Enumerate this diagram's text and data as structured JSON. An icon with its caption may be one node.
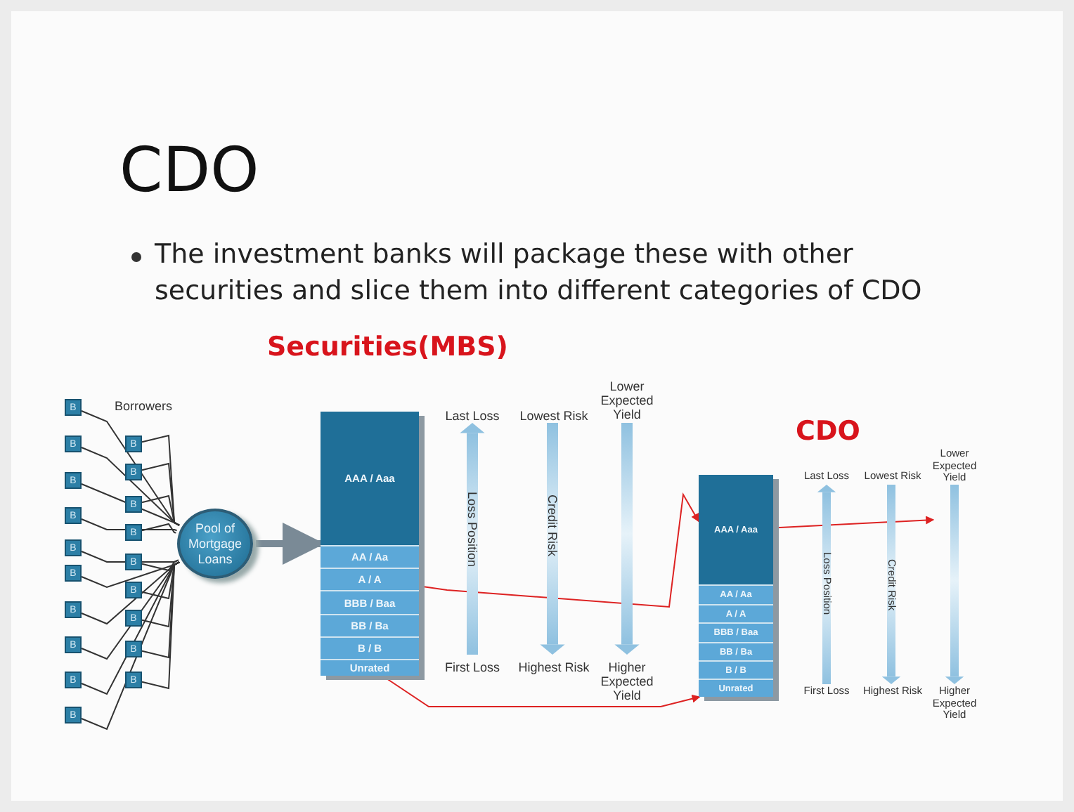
{
  "diagram": {
    "title": "CDO",
    "nodes": [
      {
        "text": [
          "B"
        ]
      },
      {
        "text": [
          "B"
        ]
      },
      {
        "text": [
          "B"
        ]
      },
      {
        "text": [
          "B"
        ]
      },
      {
        "text": [
          "B"
        ]
      },
      {
        "text": [
          "B"
        ]
      },
      {
        "text": [
          "B"
        ]
      },
      {
        "text": [
          "B"
        ]
      },
      {
        "text": [
          "B"
        ]
      },
      {
        "text": [
          "B"
        ]
      },
      {
        "text": [
          "B"
        ]
      },
      {
        "text": [
          "B"
        ]
      },
      {
        "text": [
          "B"
        ]
      },
      {
        "text": [
          "B"
        ]
      },
      {
        "text": [
          "B"
        ]
      },
      {
        "text": [
          "B"
        ]
      },
      {
        "text": [
          "B"
        ]
      },
      {
        "text": [
          "B"
        ]
      },
      {
        "text": [
          "B"
        ]
      },
      {
        "text": [
          "Pool of Mortgage Loans"
        ]
      },
      {
        "text": [],
        "shape": "box"
      },
      {
        "text": [
          "AAA / Aaa"
        ],
        "in": 20
      },
      {
        "text": [
          "AA / Aa"
        ],
        "in": 20
      },
      {
        "text": [
          "A / A"
        ],
        "in": 20
      },
      {
        "text": [
          "BBB / Baa"
        ],
        "in": 20
      },
      {
        "text": [
          "BB / Ba"
        ],
        "in": 20
      },
      {
        "text": [
          "B / B"
        ],
        "in": 20
      },
      {
        "text": [
          "Unrated"
        ],
        "in": 20
      },
      {
        "text": [],
        "shape": "box"
      },
      {
        "text": [
          "AAA / Aaa"
        ],
        "in": 28
      },
      {
        "text": [
          "AA / Aa"
        ],
        "in": 28
      },
      {
        "text": [
          "A / A"
        ],
        "in": 28
      },
      {
        "text": [
          "BBB / Baa"
        ],
        "in": 28
      },
      {
        "text": [
          "BB / Ba"
        ],
        "in": 28
      },
      {
        "text": [
          "B / B"
        ],
        "in": 28
      },
      {
        "text": [
          "Unrated"
        ],
        "in": 28
      }
    ],
    "edges": [
      {
        "from": 0,
        "to": 19,
        "arrow": "none"
      },
      {
        "from": 1,
        "to": 19,
        "arrow": "none"
      },
      {
        "from": 2,
        "to": 19,
        "arrow": "none"
      },
      {
        "from": 3,
        "to": 19,
        "arrow": "none"
      },
      {
        "from": 4,
        "to": 19,
        "arrow": "none"
      },
      {
        "from": 5,
        "to": 19,
        "arrow": "none"
      },
      {
        "from": 6,
        "to": 19,
        "arrow": "none"
      },
      {
        "from": 7,
        "to": 19,
        "arrow": "none"
      },
      {
        "from": 8,
        "to": 19,
        "arrow": "none"
      },
      {
        "from": 9,
        "to": 19,
        "arrow": "none"
      },
      {
        "from": 10,
        "to": 19,
        "arrow": "none"
      },
      {
        "from": 11,
        "to": 19,
        "arrow": "none"
      },
      {
        "from": 12,
        "to": 19,
        "arrow": "none"
      },
      {
        "from": 13,
        "to": 19,
        "arrow": "none"
      },
      {
        "from": 14,
        "to": 19,
        "arrow": "none"
      },
      {
        "from": 15,
        "to": 19,
        "arrow": "none"
      },
      {
        "from": 16,
        "to": 19,
        "arrow": "none"
      },
      {
        "from": 17,
        "to": 19,
        "arrow": "none"
      },
      {
        "from": 18,
        "to": 19,
        "arrow": "none"
      },
      {
        "from": 19,
        "to": 20,
        "arrow": "to",
        "style": "thick",
        "color": "#7a8a96"
      },
      {
        "from": 23,
        "to": 28,
        "arrow": "to",
        "color": "#dd2222"
      },
      {
        "from": 27,
        "to": 35,
        "arrow": "to",
        "color": "#dd2222"
      },
      {
        "from": 29,
        "to": null,
        "arrow": "to",
        "color": "#dd2222"
      }
    ],
    "labels": [
      "The investment banks will package these with other securities and slice them into different categories of CDO",
      "Securities(MBS)",
      "Borrowers",
      "Last Loss",
      "Lowest Risk",
      "Lower Expected Yield",
      "Loss Position",
      "Credit Risk",
      "First Loss",
      "Highest Risk",
      "Higher Expected Yield",
      "CDO",
      "Last Loss",
      "Lowest Risk",
      "Lower Expected Yield",
      "Loss Position",
      "Credit Risk",
      "First Loss",
      "Highest Risk",
      "Higher Expected Yield"
    ]
  }
}
